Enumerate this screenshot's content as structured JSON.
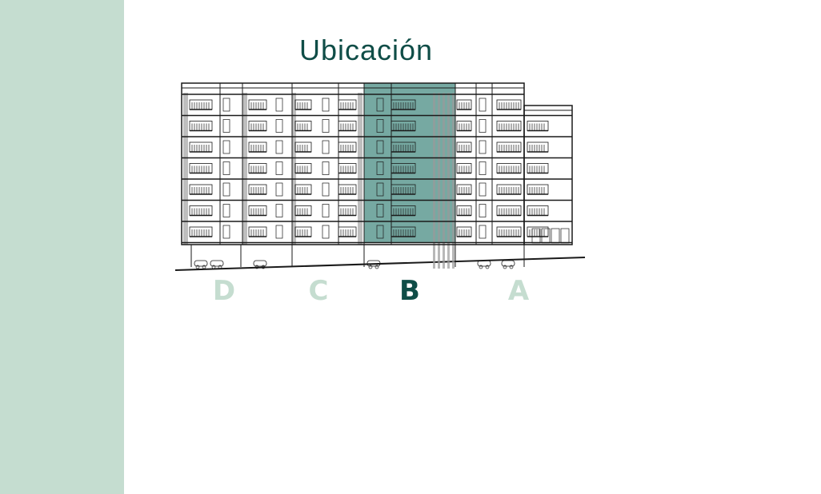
{
  "title": "Ubicación",
  "sectors": [
    {
      "label": "D",
      "selected": false
    },
    {
      "label": "C",
      "selected": false
    },
    {
      "label": "B",
      "selected": true
    },
    {
      "label": "A",
      "selected": false
    }
  ],
  "colors": {
    "sidebar": "#c5ddd0",
    "title": "#0f4d47",
    "selected_label": "#0f4d47",
    "unselected_label": "#c5ddd0",
    "highlight": "#5e9a92",
    "drawing": "#1a1a1a"
  },
  "floors": 7
}
